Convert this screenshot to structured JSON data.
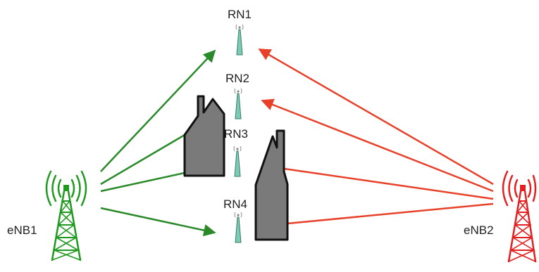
{
  "nodes": {
    "rn1": "RN1",
    "rn2": "RN2",
    "rn3": "RN3",
    "rn4": "RN4",
    "enb1": "eNB1",
    "enb2": "eNB2"
  },
  "colors": {
    "enb1_links": "#2a8a2a",
    "enb2_links": "#e8412a",
    "enb1_tower": "#1f9a1f",
    "enb2_tower": "#e31f1f",
    "relay_antenna": "#7ccbb6",
    "building": "#7a7a7a"
  },
  "icons": {
    "enb1": "cell-tower-icon",
    "enb2": "cell-tower-icon",
    "relay": "relay-antenna-icon",
    "obstacle": "building-icon"
  }
}
